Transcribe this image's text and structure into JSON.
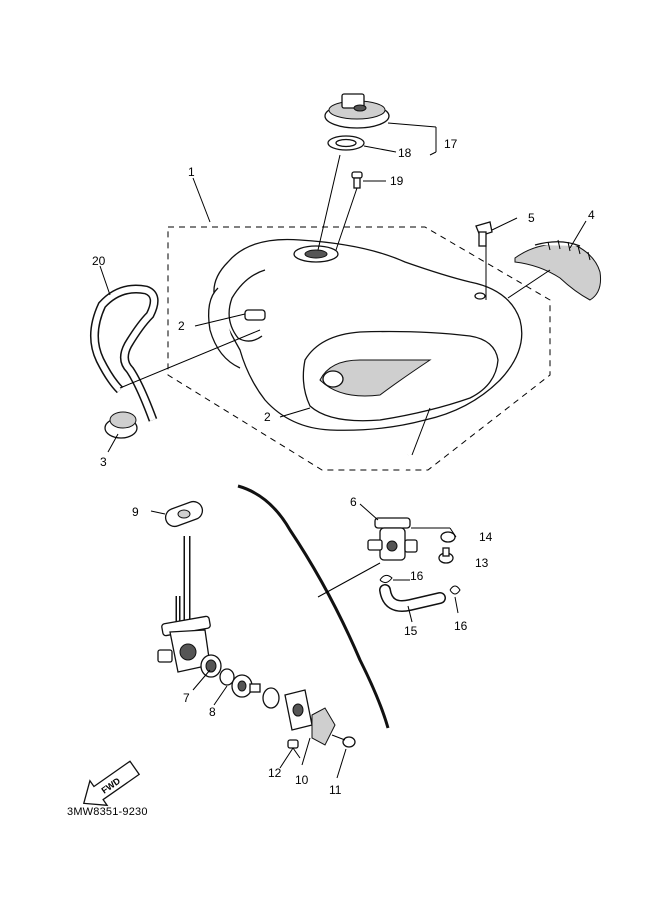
{
  "diagram_code": "3MW8351-9230",
  "fwd_label": "FWD",
  "callouts": {
    "c1": "1",
    "c2a": "2",
    "c2b": "2",
    "c3": "3",
    "c4": "4",
    "c5": "5",
    "c6": "6",
    "c7": "7",
    "c8": "8",
    "c9": "9",
    "c10": "10",
    "c11": "11",
    "c12": "12",
    "c13": "13",
    "c14": "14",
    "c15": "15",
    "c16a": "16",
    "c16b": "16",
    "c17": "17",
    "c18": "18",
    "c19": "19",
    "c20": "20"
  }
}
